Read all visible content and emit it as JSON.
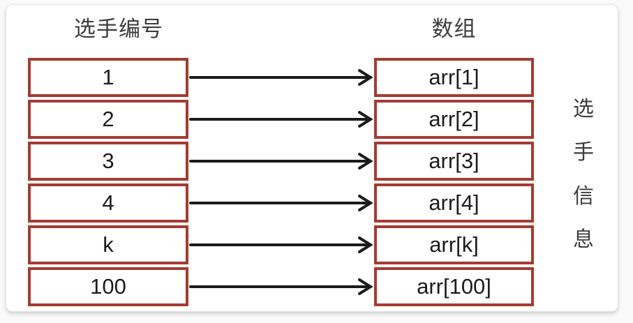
{
  "headers": {
    "left": "选手编号",
    "right": "数组"
  },
  "rows": [
    {
      "player": "1",
      "array": "arr[1]"
    },
    {
      "player": "2",
      "array": "arr[2]"
    },
    {
      "player": "3",
      "array": "arr[3]"
    },
    {
      "player": "4",
      "array": "arr[4]"
    },
    {
      "player": "k",
      "array": "arr[k]"
    },
    {
      "player": "100",
      "array": "arr[100]"
    }
  ],
  "side_label": {
    "text": "选手信息",
    "chars": [
      "选",
      "手",
      "信",
      "息"
    ]
  },
  "colors": {
    "box_border": "#a43b32",
    "arrow": "#1b1b1b",
    "cell_text": "#1c1c1c",
    "heading_text": "#3d3d3d",
    "card_background": "#ffffff"
  }
}
